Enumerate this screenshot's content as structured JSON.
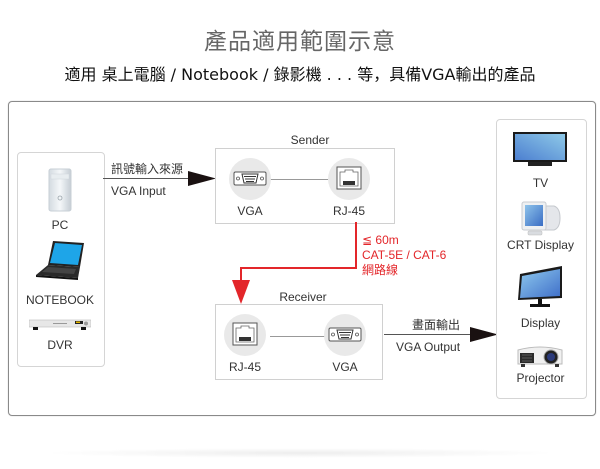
{
  "header": {
    "title": "產品適用範圍示意",
    "subtitle": "適用 桌上電腦 / Notebook / 錄影機 . . . 等，具備VGA輸出的產品"
  },
  "sources": {
    "items": [
      {
        "label": "PC",
        "icon": "pc-tower-icon"
      },
      {
        "label": "NOTEBOOK",
        "icon": "laptop-icon"
      },
      {
        "label": "DVR",
        "icon": "dvr-icon"
      }
    ]
  },
  "input_link": {
    "label_zh": "訊號輸入來源",
    "label_en": "VGA Input"
  },
  "sender": {
    "title": "Sender",
    "ports": [
      {
        "label": "VGA",
        "icon": "vga-port-icon"
      },
      {
        "label": "RJ-45",
        "icon": "rj45-port-icon"
      }
    ]
  },
  "cable": {
    "distance": "≦ 60m",
    "type": "CAT-5E / CAT-6",
    "name_zh": "網路線",
    "color": "#e3262a"
  },
  "receiver": {
    "title": "Receiver",
    "ports": [
      {
        "label": "RJ-45",
        "icon": "rj45-port-icon"
      },
      {
        "label": "VGA",
        "icon": "vga-port-icon"
      }
    ]
  },
  "output_link": {
    "label_zh": "畫面輸出",
    "label_en": "VGA Output"
  },
  "displays": {
    "items": [
      {
        "label": "TV",
        "icon": "tv-icon"
      },
      {
        "label": "CRT Display",
        "icon": "crt-monitor-icon"
      },
      {
        "label": "Display",
        "icon": "lcd-monitor-icon"
      },
      {
        "label": "Projector",
        "icon": "projector-icon"
      }
    ]
  }
}
